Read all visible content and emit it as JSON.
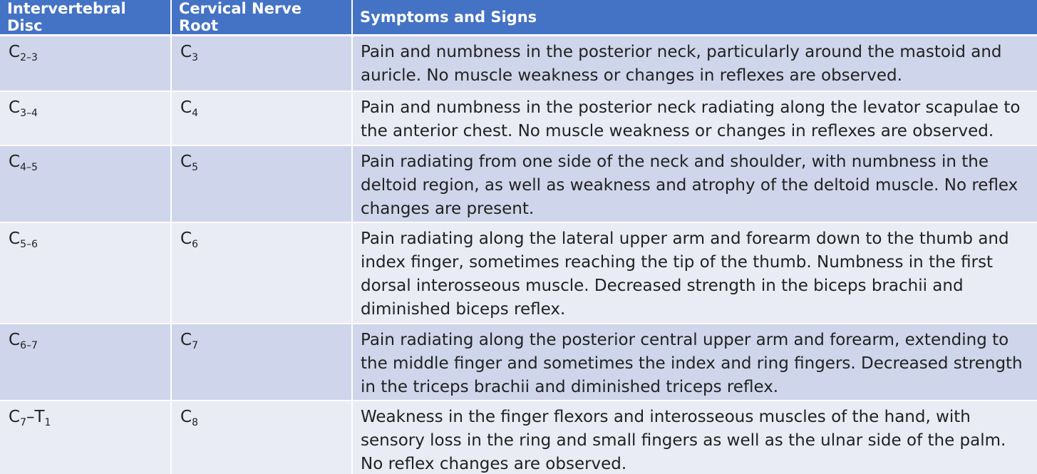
{
  "headers": [
    "Intervertebral Disc",
    "Cervical Nerve Root",
    "Symptoms and Signs"
  ],
  "rows": [
    {
      "disc": {
        "base": "C",
        "sub": "2–3",
        "base2": "",
        "sub2": ""
      },
      "root": {
        "base": "C",
        "sub": "3"
      },
      "symptoms": "Pain and numbness in the posterior neck, particularly around the mastoid and auricle. No muscle weakness or changes in reflexes are observed."
    },
    {
      "disc": {
        "base": "C",
        "sub": "3–4",
        "base2": "",
        "sub2": ""
      },
      "root": {
        "base": "C",
        "sub": "4"
      },
      "symptoms": "Pain and numbness in the posterior neck radiating along the levator scapulae to the anterior chest. No muscle weakness or changes in reflexes are observed."
    },
    {
      "disc": {
        "base": "C",
        "sub": "4–5",
        "base2": "",
        "sub2": ""
      },
      "root": {
        "base": "C",
        "sub": "5"
      },
      "symptoms": "Pain radiating from one side of the neck and shoulder, with numbness in the deltoid region, as well as weakness and atrophy of the deltoid muscle. No reflex changes are present."
    },
    {
      "disc": {
        "base": "C",
        "sub": "5–6",
        "base2": "",
        "sub2": ""
      },
      "root": {
        "base": "C",
        "sub": "6"
      },
      "symptoms": "Pain radiating along the lateral upper arm and forearm down to the thumb and index finger, sometimes reaching the tip of the thumb. Numbness in the first dorsal interosseous muscle. Decreased strength in the biceps brachii and diminished biceps reflex."
    },
    {
      "disc": {
        "base": "C",
        "sub": "6–7",
        "base2": "",
        "sub2": ""
      },
      "root": {
        "base": "C",
        "sub": "7"
      },
      "symptoms": "Pain radiating along the posterior central upper arm and forearm, extending to the middle finger and sometimes the index and ring fingers. Decreased strength in the triceps brachii and diminished triceps reflex."
    },
    {
      "disc": {
        "base": "C",
        "sub": "7",
        "base2": "–T",
        "sub2": "1"
      },
      "root": {
        "base": "C",
        "sub": "8"
      },
      "symptoms": "Weakness in the finger flexors and interosseous muscles of the hand, with sensory loss in the ring and small fingers as well as the ulnar side of the palm. No reflex changes are observed."
    }
  ]
}
